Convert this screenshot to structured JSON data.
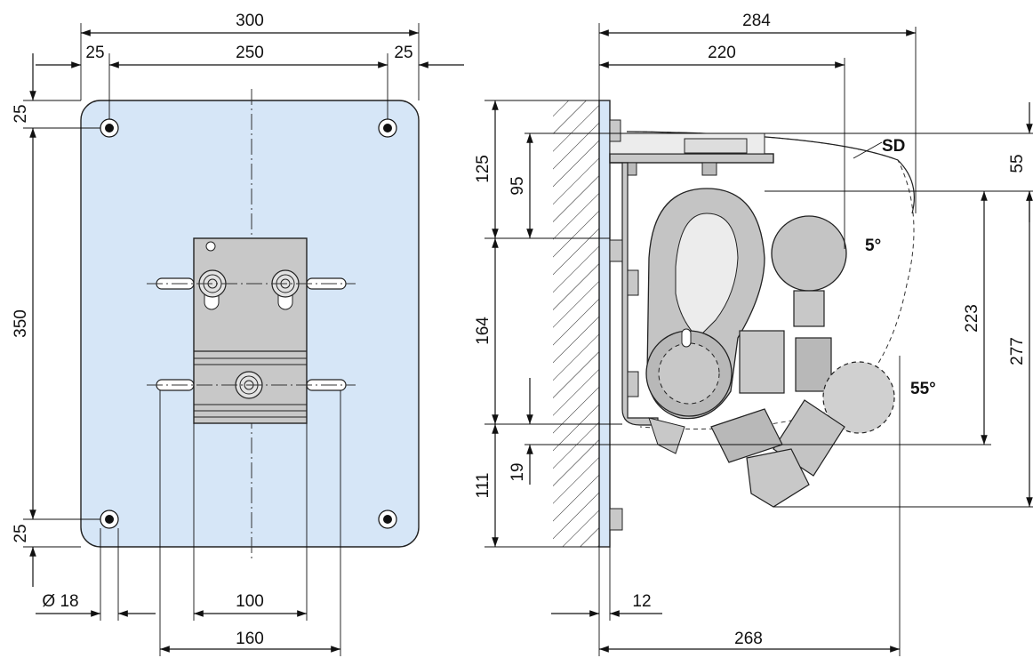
{
  "front_view": {
    "dims": {
      "overall_width": "300",
      "hole_spacing_horizontal": "250",
      "edge_left": "25",
      "edge_right": "25",
      "edge_top": "25",
      "hole_spacing_vertical": "350",
      "edge_bottom": "25",
      "hole_diameter": "Ø 18",
      "bracket_width": "100",
      "rod_spacing": "160"
    }
  },
  "side_view": {
    "dims": {
      "overall_depth": "284",
      "depth_to_arm": "220",
      "top_height": "125",
      "top_sub_height": "95",
      "mid_height": "164",
      "bottom_height": "111",
      "bottom_offset": "19",
      "right_top": "55",
      "right_mid": "223",
      "right_full": "277",
      "plate_thickness": "12",
      "bottom_depth": "268"
    },
    "labels": {
      "sd": "SD",
      "angle_small": "5°",
      "angle_large": "55°"
    }
  },
  "colors": {
    "plate_fill": "#d6e6f7",
    "bracket_fill": "#c8c8c8",
    "body_fill": "#c4c4c4",
    "body_dark": "#a8a8a8"
  }
}
